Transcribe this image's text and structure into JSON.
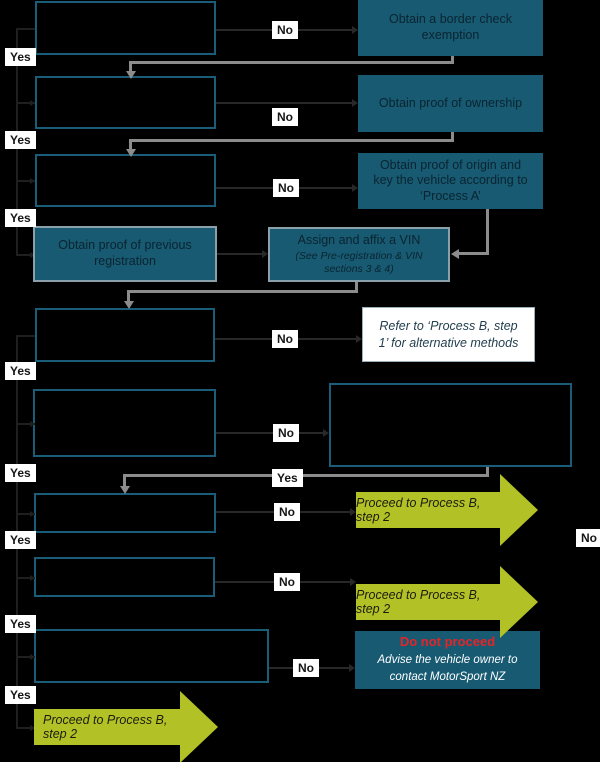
{
  "diagram": {
    "labels": {
      "yes": "Yes",
      "no": "No"
    },
    "actions": {
      "border_check": "Obtain a border check exemption",
      "ownership": "Obtain proof of ownership",
      "origin": "Obtain proof of origin and key the vehicle according to ‘Process A’",
      "prev_reg": "Obtain proof of previous registration",
      "vin_title": "Assign and affix a VIN",
      "vin_note": "(See Pre-registration & VIN sections 3 & 4)",
      "refer": "Refer to ‘Process B, step 1’ for alternative methods",
      "proceed": "Proceed to Process B, step 2",
      "do_not_proceed_title": "Do not proceed",
      "do_not_proceed_note": "Advise the vehicle owner to contact MotorSport NZ"
    },
    "colors": {
      "teal_fill": "#175a72",
      "teal_border": "#1a5d79",
      "green": "#b2c226",
      "red": "#e42528",
      "connector_gray": "#8c8c8c",
      "chip_background": "#ffffff"
    }
  }
}
